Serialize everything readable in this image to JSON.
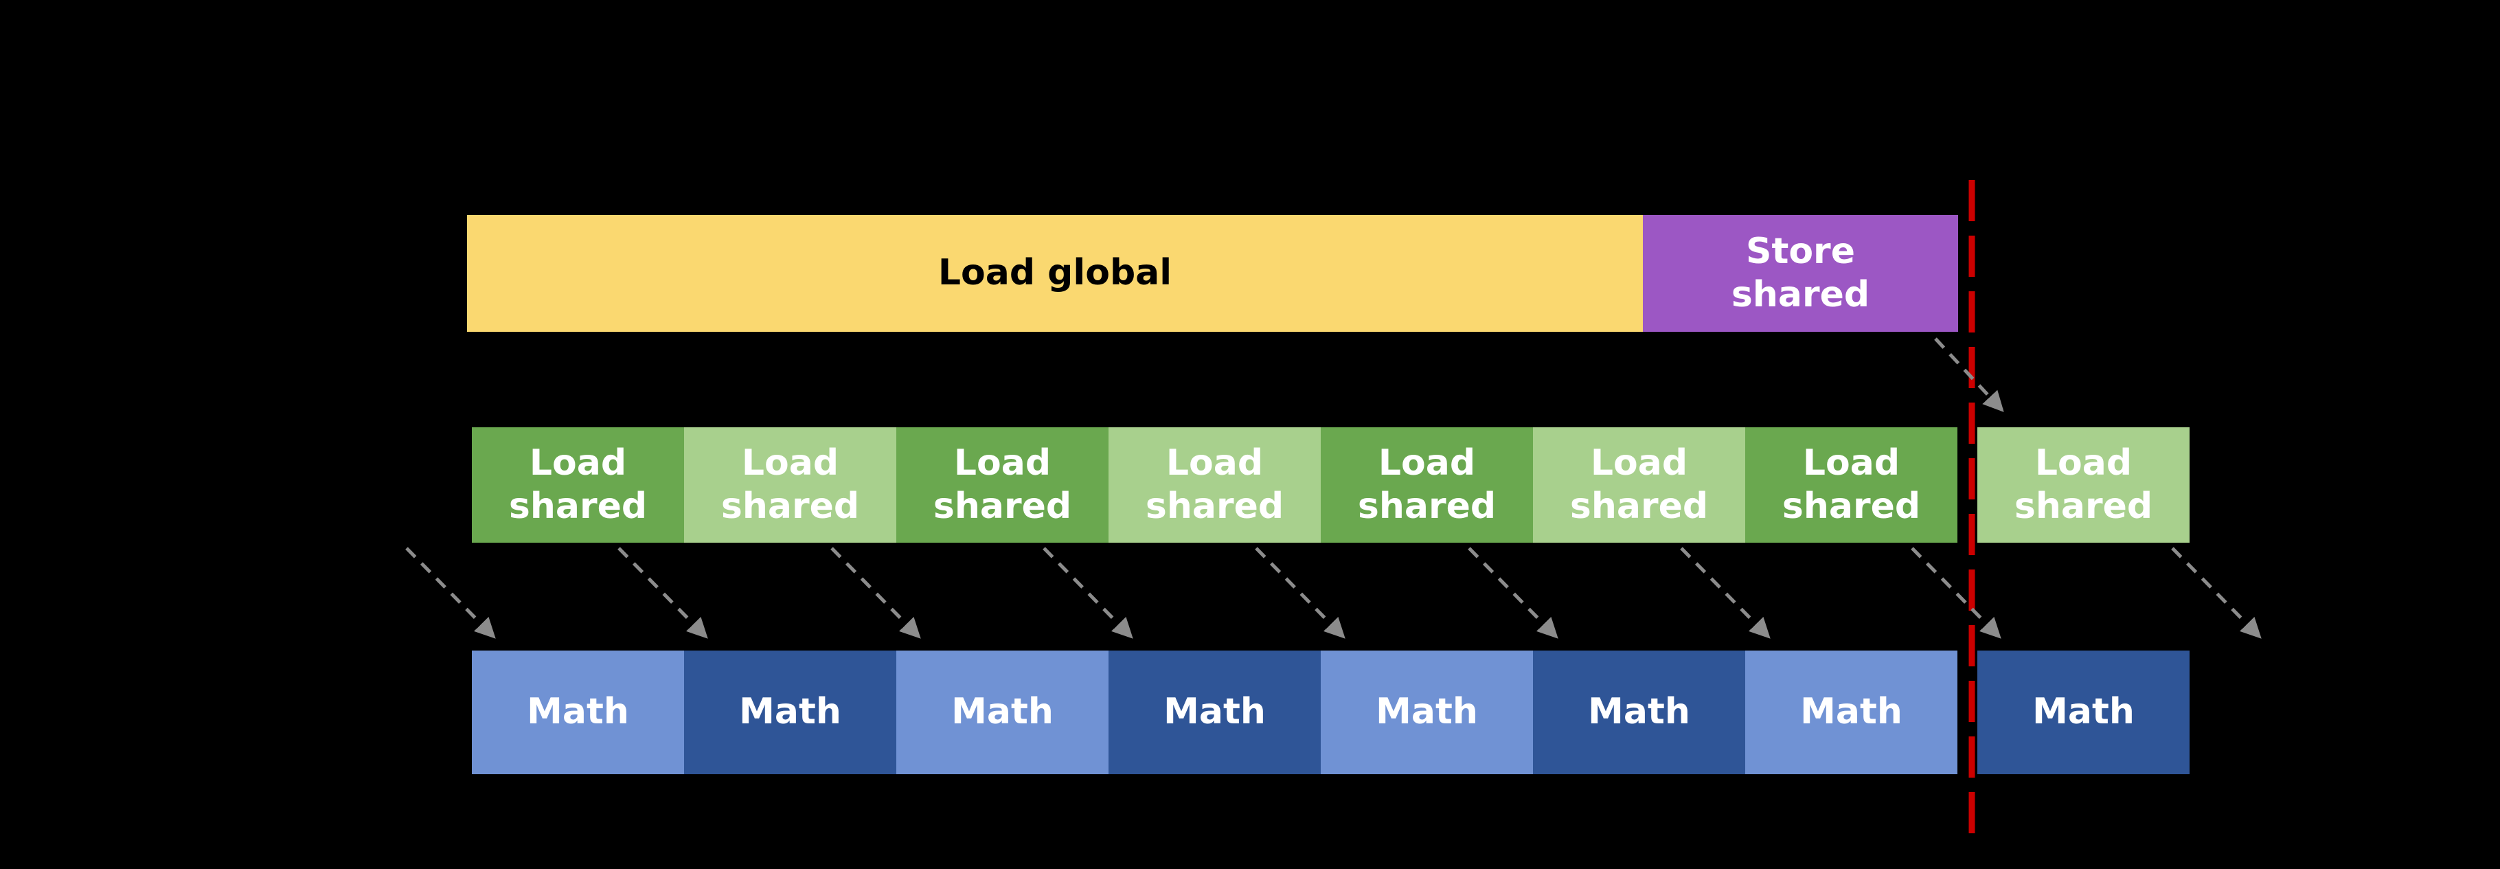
{
  "colors": {
    "background": "#000000",
    "load_global": "#FAD870",
    "store_shared": "#9C57C4",
    "load_shared_dark": "#6AA84F",
    "load_shared_light": "#A8D08D",
    "math_light": "#7092D4",
    "math_dark": "#2F5597",
    "arrow": "#8C8C8C",
    "barrier": "#CC0000",
    "label_light": "#FFFFFF",
    "label_dark": "#000000"
  },
  "top_row": {
    "load_global": {
      "label": "Load global"
    },
    "store_shared": {
      "label": "Store\nshared"
    }
  },
  "load_shared_row": [
    {
      "label": "Load\nshared",
      "shade": "dark"
    },
    {
      "label": "Load\nshared",
      "shade": "light"
    },
    {
      "label": "Load\nshared",
      "shade": "dark"
    },
    {
      "label": "Load\nshared",
      "shade": "light"
    },
    {
      "label": "Load\nshared",
      "shade": "dark"
    },
    {
      "label": "Load\nshared",
      "shade": "light"
    },
    {
      "label": "Load\nshared",
      "shade": "dark"
    },
    {
      "label": "Load\nshared",
      "shade": "light",
      "after_barrier": true
    }
  ],
  "math_row": [
    {
      "label": "Math",
      "shade": "light"
    },
    {
      "label": "Math",
      "shade": "dark"
    },
    {
      "label": "Math",
      "shade": "light"
    },
    {
      "label": "Math",
      "shade": "dark"
    },
    {
      "label": "Math",
      "shade": "light"
    },
    {
      "label": "Math",
      "shade": "dark"
    },
    {
      "label": "Math",
      "shade": "light"
    },
    {
      "label": "Math",
      "shade": "dark",
      "after_barrier": true
    }
  ]
}
